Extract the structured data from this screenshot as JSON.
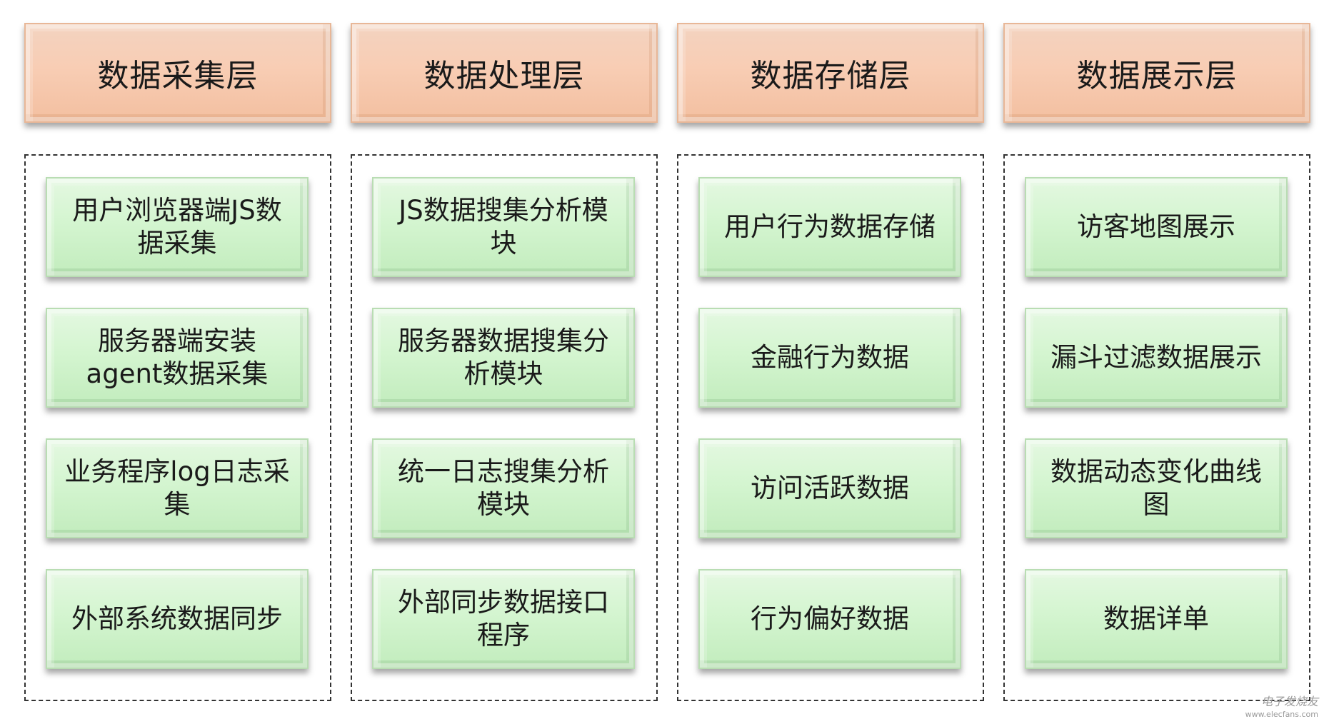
{
  "columns": [
    {
      "header": "数据采集层",
      "modules": [
        "用户浏览器端JS数据采集",
        "服务器端安装agent数据采集",
        "业务程序log日志采集",
        "外部系统数据同步"
      ]
    },
    {
      "header": "数据处理层",
      "modules": [
        "JS数据搜集分析模块",
        "服务器数据搜集分析模块",
        "统一日志搜集分析模块",
        "外部同步数据接口程序"
      ]
    },
    {
      "header": "数据存储层",
      "modules": [
        "用户行为数据存储",
        "金融行为数据",
        "访问活跃数据",
        "行为偏好数据"
      ]
    },
    {
      "header": "数据展示层",
      "modules": [
        "访客地图展示",
        "漏斗过滤数据展示",
        "数据动态变化曲线图",
        "数据详单"
      ]
    }
  ],
  "watermark": {
    "brand": "电子发烧友",
    "url": "www.elecfans.com"
  },
  "colors": {
    "header_fill": "#f8cdb4",
    "module_fill": "#d4f5d0",
    "dashed_border": "#333333"
  }
}
